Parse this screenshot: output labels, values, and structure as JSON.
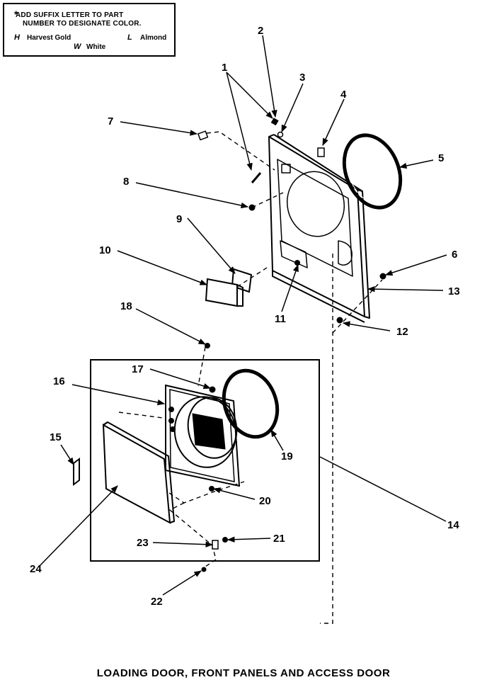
{
  "note": {
    "star": "*",
    "line1": "ADD SUFFIX LETTER TO PART",
    "line2": "NUMBER TO DESIGNATE COLOR.",
    "codes": [
      {
        "code": "H",
        "color": "Harvest Gold"
      },
      {
        "code": "L",
        "color": "Almond"
      },
      {
        "code": "W",
        "color": "White"
      }
    ]
  },
  "callouts": [
    "1",
    "2",
    "3",
    "4",
    "5",
    "6",
    "7",
    "8",
    "9",
    "10",
    "11",
    "12",
    "13",
    "14",
    "15",
    "16",
    "17",
    "18",
    "19",
    "20",
    "21",
    "22",
    "23",
    "24"
  ],
  "caption": "LOADING DOOR, FRONT PANELS AND ACCESS DOOR"
}
